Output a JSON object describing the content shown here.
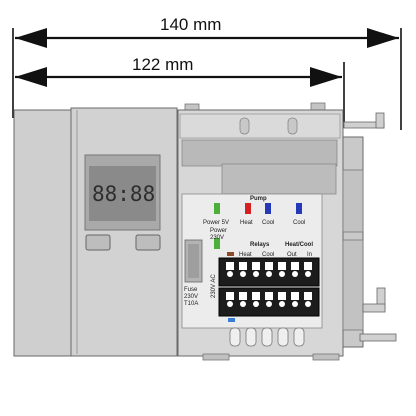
{
  "dimensions": {
    "total": "140 mm",
    "body": "122 mm"
  },
  "display": {
    "readout": "88:88"
  },
  "labels": {
    "power_5v": "Power 5V",
    "power_230v_1": "Power",
    "power_230v_2": "230V",
    "pump": "Pump",
    "heat": "Heat",
    "cool": "Cool",
    "cool2": "Cool",
    "relays": "Relays",
    "heat_cool": "Heat/Cool",
    "relays_heat": "Heat",
    "relays_cool": "Cool",
    "out": "Out",
    "in": "In",
    "v230ac": "230V AC",
    "fuse_1": "Fuse",
    "fuse_2": "230V",
    "fuse_3": "T10A"
  },
  "colors": {
    "green_led": "#4caf3a",
    "red_led": "#d42020",
    "blue_led": "#2438b8",
    "housing": "#cfcfcf",
    "housing_dark": "#b9b9b9",
    "lcd": "#8a8a8a"
  }
}
